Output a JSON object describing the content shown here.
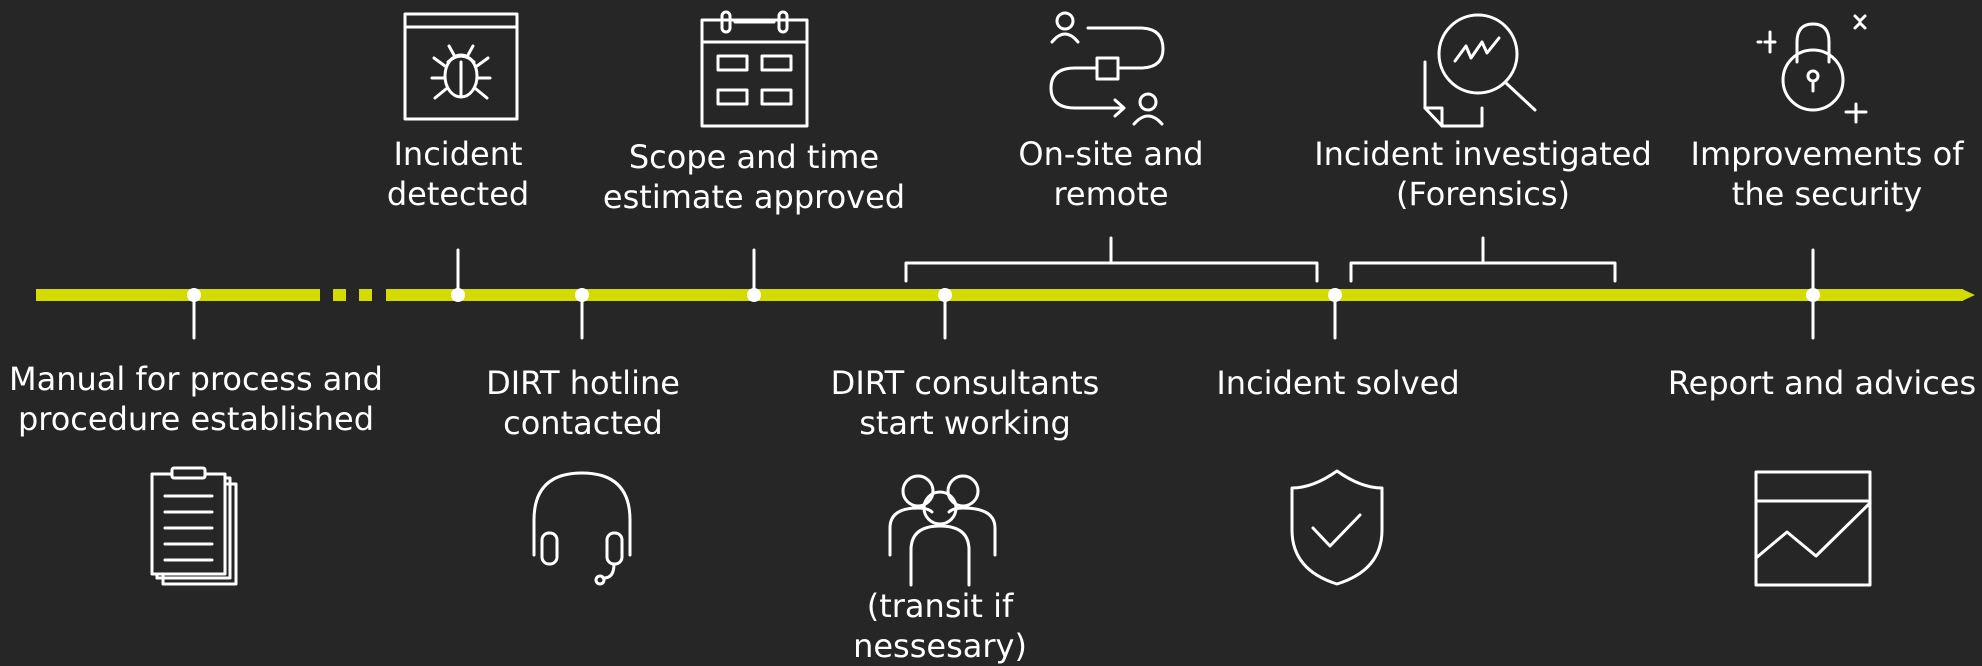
{
  "colors": {
    "background": "#262626",
    "timeline": "#d3db00",
    "foreground": "#ffffff"
  },
  "events_above": [
    {
      "id": "incident-detected",
      "lines": [
        "Incident",
        "detected"
      ],
      "icon": "bug-window-icon"
    },
    {
      "id": "scope-approved",
      "lines": [
        "Scope and time",
        "estimate approved"
      ],
      "icon": "calendar-icon"
    },
    {
      "id": "on-site-remote",
      "lines": [
        "On-site and",
        "remote"
      ],
      "icon": "route-people-icon"
    },
    {
      "id": "incident-investigated",
      "lines": [
        "Incident investigated",
        "(Forensics)"
      ],
      "icon": "document-magnifier-icon"
    },
    {
      "id": "improvements",
      "lines": [
        "Improvements of",
        "the security"
      ],
      "icon": "padlock-sparkle-icon"
    }
  ],
  "events_below": [
    {
      "id": "manual-established",
      "lines": [
        "Manual for process and",
        "procedure established"
      ],
      "icon": "clipboard-stack-icon"
    },
    {
      "id": "hotline-contacted",
      "lines": [
        "DIRT hotline",
        "contacted"
      ],
      "icon": "headset-icon"
    },
    {
      "id": "consultants-working",
      "lines": [
        "DIRT consultants",
        "start working"
      ],
      "icon": "team-people-icon",
      "note": [
        "(transit if",
        "nessesary)"
      ]
    },
    {
      "id": "incident-solved",
      "lines": [
        "Incident solved"
      ],
      "icon": "shield-check-icon"
    },
    {
      "id": "report-advices",
      "lines": [
        "Report and advices"
      ],
      "icon": "chart-window-icon"
    }
  ]
}
